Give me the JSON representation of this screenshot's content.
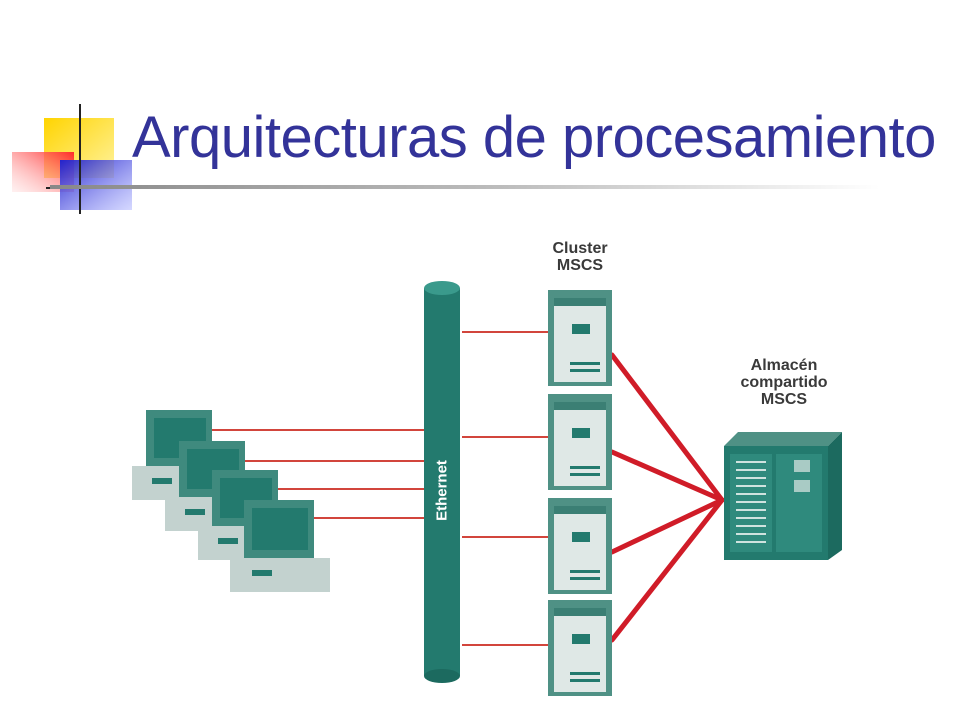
{
  "slide": {
    "title": "Arquitecturas de procesamiento"
  },
  "diagram": {
    "cluster_label": [
      "Cluster",
      "MSCS"
    ],
    "storage_label": [
      "Almacén",
      "compartido",
      "MSCS"
    ],
    "bus_label": "Ethernet",
    "client_count": 4,
    "server_count": 4
  },
  "colors": {
    "title": "#333399",
    "teal": "#237a6e",
    "link_red": "#d01c28",
    "server_light": "#dfe8e6"
  }
}
